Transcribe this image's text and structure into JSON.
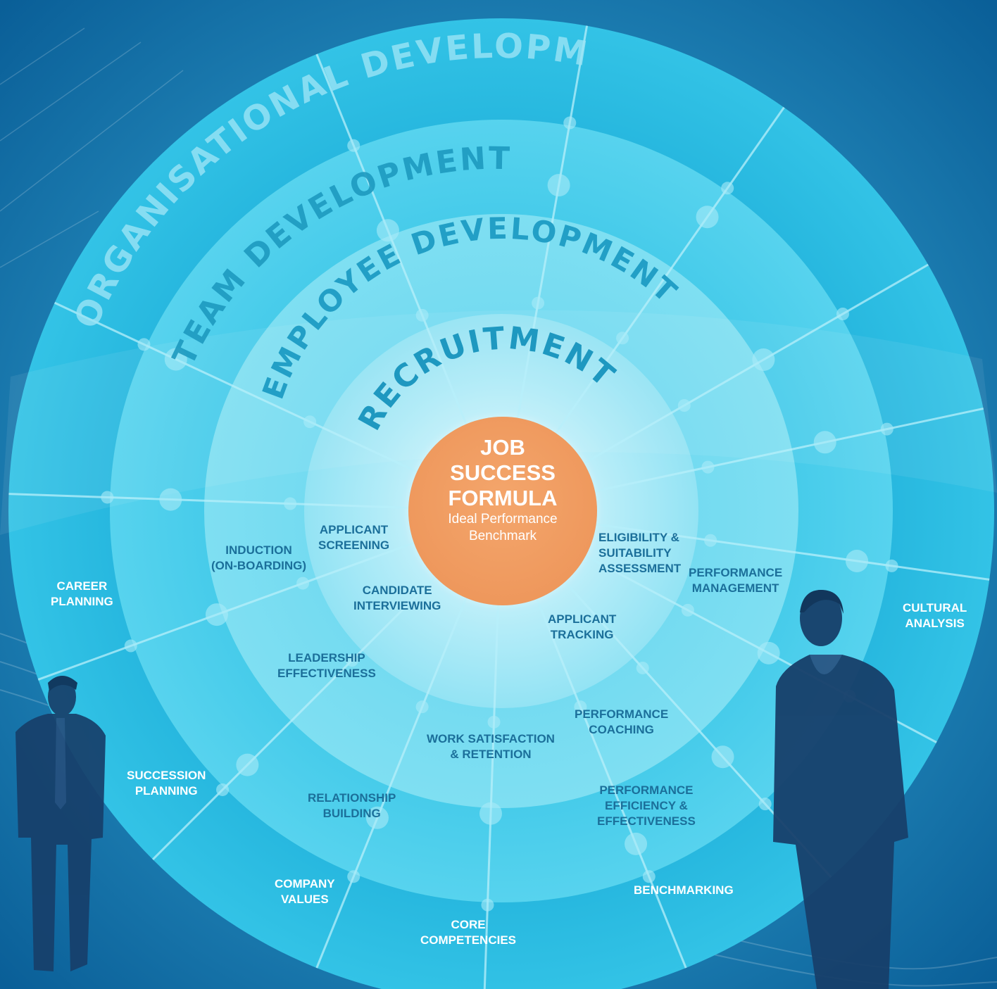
{
  "rings": {
    "organisational": "ORGANISATIONAL DEVELOPMENT",
    "team": "TEAM DEVELOPMENT",
    "employee": "EMPLOYEE DEVELOPMENT",
    "recruitment": "RECRUITMENT"
  },
  "core": {
    "line1": "JOB",
    "line2": "SUCCESS",
    "line3": "FORMULA",
    "sub1": "Ideal Performance",
    "sub2": "Benchmark"
  },
  "labels": {
    "applicant_screening": [
      "APPLICANT",
      "SCREENING"
    ],
    "candidate_interviewing": [
      "CANDIDATE",
      "INTERVIEWING"
    ],
    "applicant_tracking": [
      "APPLICANT",
      "TRACKING"
    ],
    "eligibility": [
      "ELIGIBILITY &",
      "SUITABILITY",
      "ASSESSMENT"
    ],
    "induction": [
      "INDUCTION",
      "(ON-BOARDING)"
    ],
    "performance_management": [
      "PERFORMANCE",
      "MANAGEMENT"
    ],
    "leadership": [
      "LEADERSHIP",
      "EFFECTIVENESS"
    ],
    "performance_coaching": [
      "PERFORMANCE",
      "COACHING"
    ],
    "work_satisfaction": [
      "WORK SATISFACTION",
      "& RETENTION"
    ],
    "relationship": [
      "RELATIONSHIP",
      "BUILDING"
    ],
    "performance_efficiency": [
      "PERFORMANCE",
      "EFFICIENCY &",
      "EFFECTIVENESS"
    ],
    "career_planning": [
      "CAREER",
      "PLANNING"
    ],
    "succession_planning": [
      "SUCCESSION",
      "PLANNING"
    ],
    "company_values": [
      "COMPANY",
      "VALUES"
    ],
    "core_competencies": [
      "CORE",
      "COMPETENCIES"
    ],
    "benchmarking": [
      "BENCHMARKING"
    ],
    "cultural_analysis": [
      "CULTURAL",
      "ANALYSIS"
    ]
  },
  "colors": {
    "background": "#0f7fb4",
    "ring_outer": "#2bb8de",
    "core": "#ec9256",
    "dark_text": "#1b6f9a",
    "silhouette": "#143e6b"
  }
}
